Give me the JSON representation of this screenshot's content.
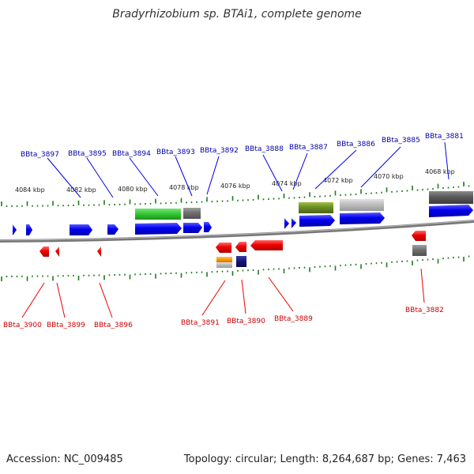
{
  "title": "Bradyrhizobium sp. BTAi1, complete genome",
  "accession": "Accession: NC_009485",
  "genome_info": "Topology: circular; Length: 8,264,687 bp; Genes: 7,463",
  "colors": {
    "forward": "#0000ee",
    "reverse": "#ee0000",
    "label_forward": "#0000aa",
    "label_reverse": "#cc0000",
    "tick": "#1f7a1f",
    "backbone": "#777777"
  },
  "scale_labels": [
    "4084 kbp",
    "4082 kbp",
    "4080 kbp",
    "4078 kbp",
    "4076 kbp",
    "4074 kbp",
    "4072 kbp",
    "4070 kbp",
    "4068 kbp"
  ],
  "forward_labels": [
    "BBta_3897",
    "BBta_3895",
    "BBta_3894",
    "BBta_3893",
    "BBta_3892",
    "BBta_3888",
    "BBta_3887",
    "BBta_3886",
    "BBta_3885",
    "BBta_3881"
  ],
  "reverse_labels": [
    "BBta_3900",
    "BBta_3899",
    "BBta_3896",
    "BBta_3891",
    "BBta_3890",
    "BBta_3889",
    "BBta_3882"
  ]
}
